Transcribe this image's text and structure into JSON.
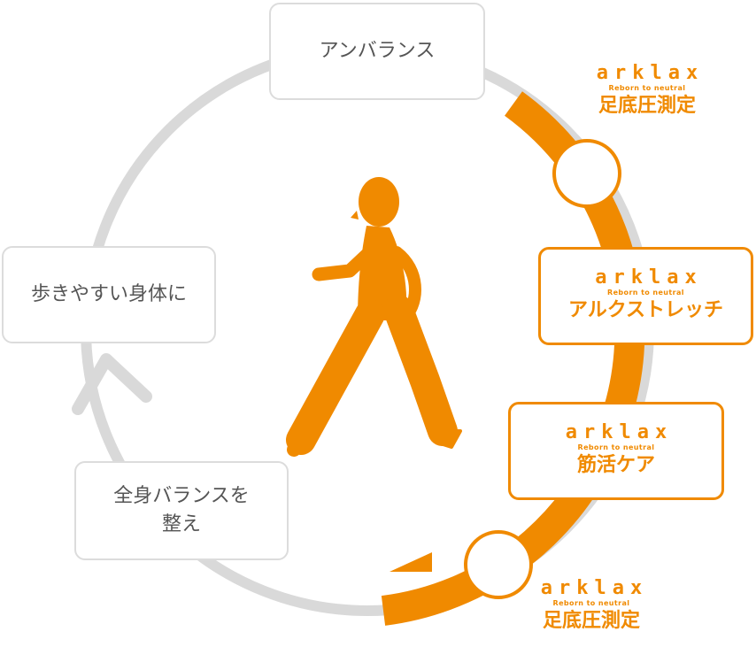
{
  "colors": {
    "accent": "#f08a00",
    "ring": "#d9d9d9",
    "box_border": "#dcdcdc",
    "text": "#555555"
  },
  "boxes": {
    "imbalance": "アンバランス",
    "easy_walk": "歩きやすい身体に",
    "balance_line1": "全身バランスを",
    "balance_line2": "整え"
  },
  "brand": {
    "name": "arklax",
    "tagline": "Reborn to neutral"
  },
  "steps": [
    {
      "label": "足底圧測定"
    },
    {
      "label": "アルクストレッチ"
    },
    {
      "label": "筋活ケア"
    },
    {
      "label": "足底圧測定"
    }
  ],
  "icons": {
    "figure": "walking-person-icon",
    "return_arrow": "cycle-arrow-icon"
  }
}
